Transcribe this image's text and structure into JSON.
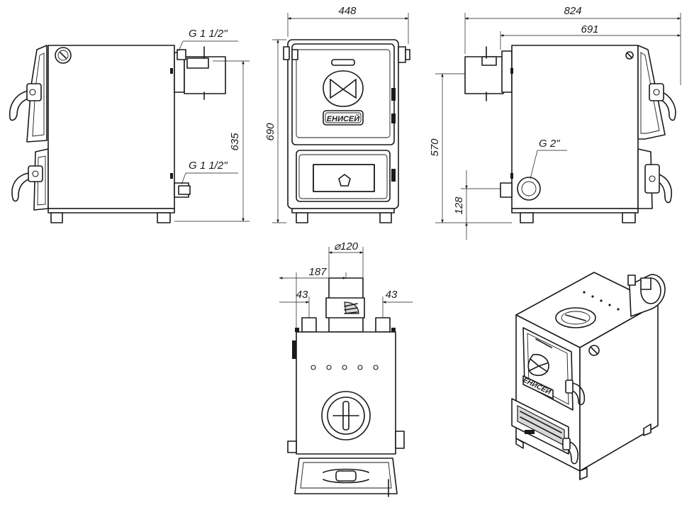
{
  "drawing": {
    "brand_plate": "ЕНИСЕЙ",
    "dimensions": {
      "front_width": "448",
      "front_height": "690",
      "side_height": "635",
      "right_depth_total": "824",
      "right_depth_body": "691",
      "flue_axis_height": "570",
      "return_height": "128",
      "flue_diameter": "⌀120",
      "flue_offset": "187",
      "pipe_left_offset": "43",
      "pipe_right_offset": "43"
    },
    "threads": {
      "supply": "G 1 1/2\"",
      "return": "G 1 1/2\"",
      "flue_side": "G 2\""
    },
    "icons": [
      "thermometer-gauge-icon",
      "air-damper-icon",
      "ash-door-logo-icon"
    ]
  }
}
